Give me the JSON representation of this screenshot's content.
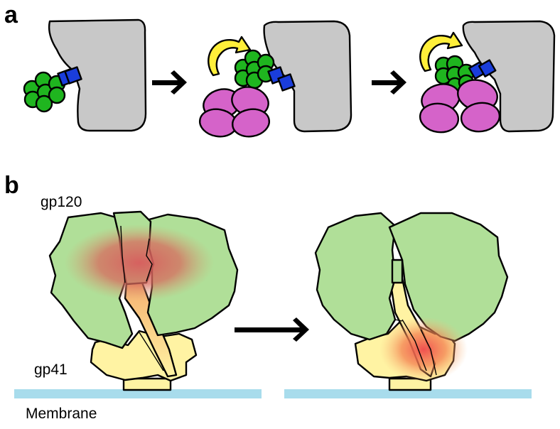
{
  "panels": {
    "a": {
      "letter": "a"
    },
    "b": {
      "letter": "b",
      "labels": {
        "gp120": "gp120",
        "gp41": "gp41",
        "membrane": "Membrane"
      }
    }
  },
  "colors": {
    "gray_body": "#c8c8c8",
    "green_ball": "#1fb51f",
    "blue_square": "#1a3ddb",
    "magenta_oval": "#d563c9",
    "yellow_arrow": "#ffef3a",
    "gp120_green": "#b0df98",
    "gp41_yellow": "#fff3a3",
    "hotspot_red": "#d8575a",
    "membrane_blue": "#a8dcec",
    "arrow_black": "#000000"
  },
  "icons": [
    "right-arrow-icon",
    "curved-arrow-icon"
  ]
}
